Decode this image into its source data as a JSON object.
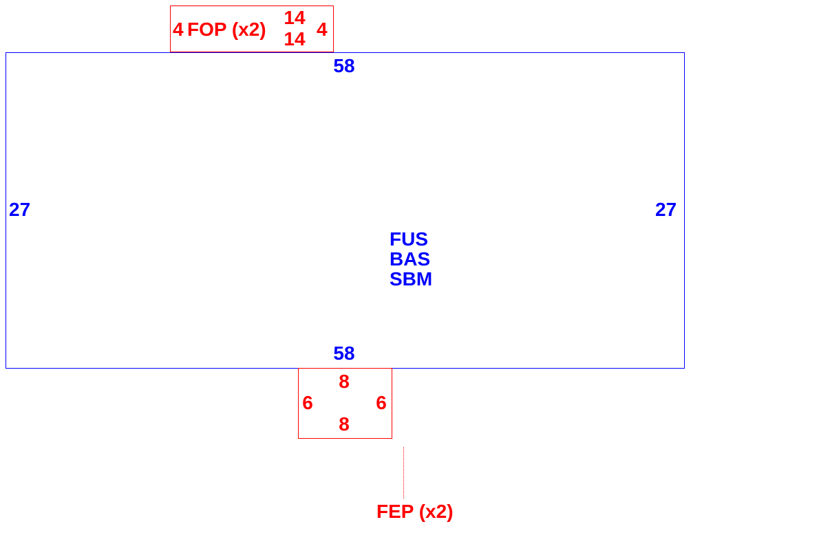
{
  "colors": {
    "main": "#0000ff",
    "sub": "#ff0000"
  },
  "main_panel": {
    "top": "58",
    "bottom": "58",
    "left": "27",
    "right": "27",
    "labels": [
      "FUS",
      "BAS",
      "SBM"
    ]
  },
  "top_panel": {
    "label": "FOP (x2)",
    "left": "4",
    "right": "4",
    "top": "14",
    "bottom": "14"
  },
  "bottom_panel": {
    "label": "FEP (x2)",
    "left": "6",
    "right": "6",
    "top": "8",
    "bottom": "8"
  }
}
